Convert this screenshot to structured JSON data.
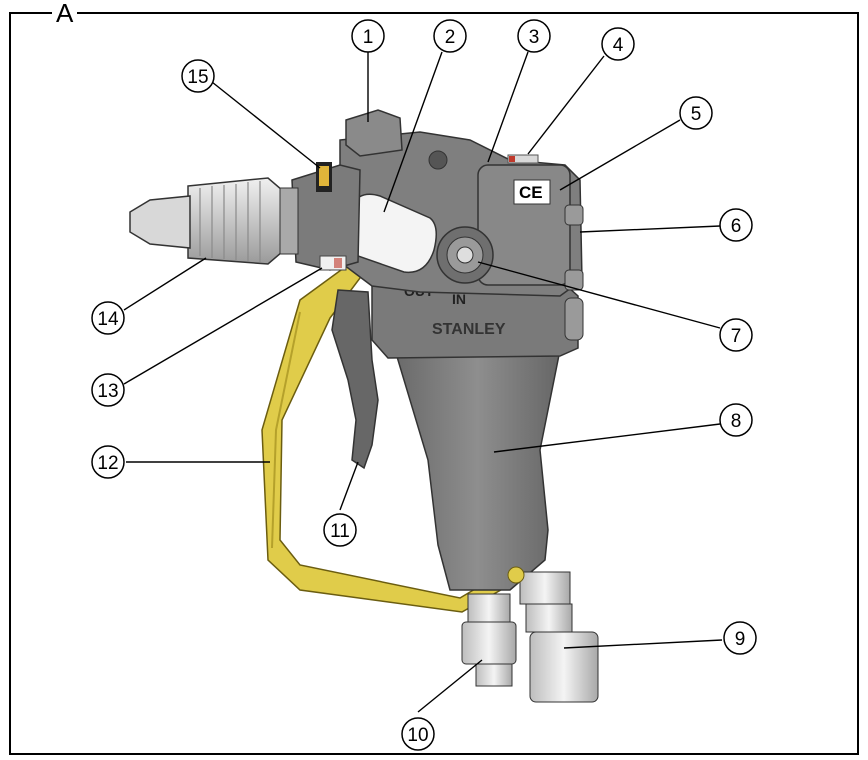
{
  "figure": {
    "panel_label": "A",
    "tool_labels": {
      "out": "OUT",
      "in": "IN",
      "brand": "STANLEY",
      "ce_mark": "CE"
    },
    "callouts": [
      {
        "id": "c1",
        "text": "1"
      },
      {
        "id": "c2",
        "text": "2"
      },
      {
        "id": "c3",
        "text": "3"
      },
      {
        "id": "c4",
        "text": "4"
      },
      {
        "id": "c5",
        "text": "5"
      },
      {
        "id": "c6",
        "text": "6"
      },
      {
        "id": "c7",
        "text": "7"
      },
      {
        "id": "c8",
        "text": "8"
      },
      {
        "id": "c9",
        "text": "9"
      },
      {
        "id": "c10",
        "text": "10"
      },
      {
        "id": "c11",
        "text": "11"
      },
      {
        "id": "c12",
        "text": "12"
      },
      {
        "id": "c13",
        "text": "13"
      },
      {
        "id": "c14",
        "text": "14"
      },
      {
        "id": "c15",
        "text": "15"
      }
    ]
  },
  "colors": {
    "body": "#7d7d7d",
    "body_dark": "#5f5f5f",
    "guard": "#e0cc4a",
    "chuck": "#cfcfcf"
  }
}
